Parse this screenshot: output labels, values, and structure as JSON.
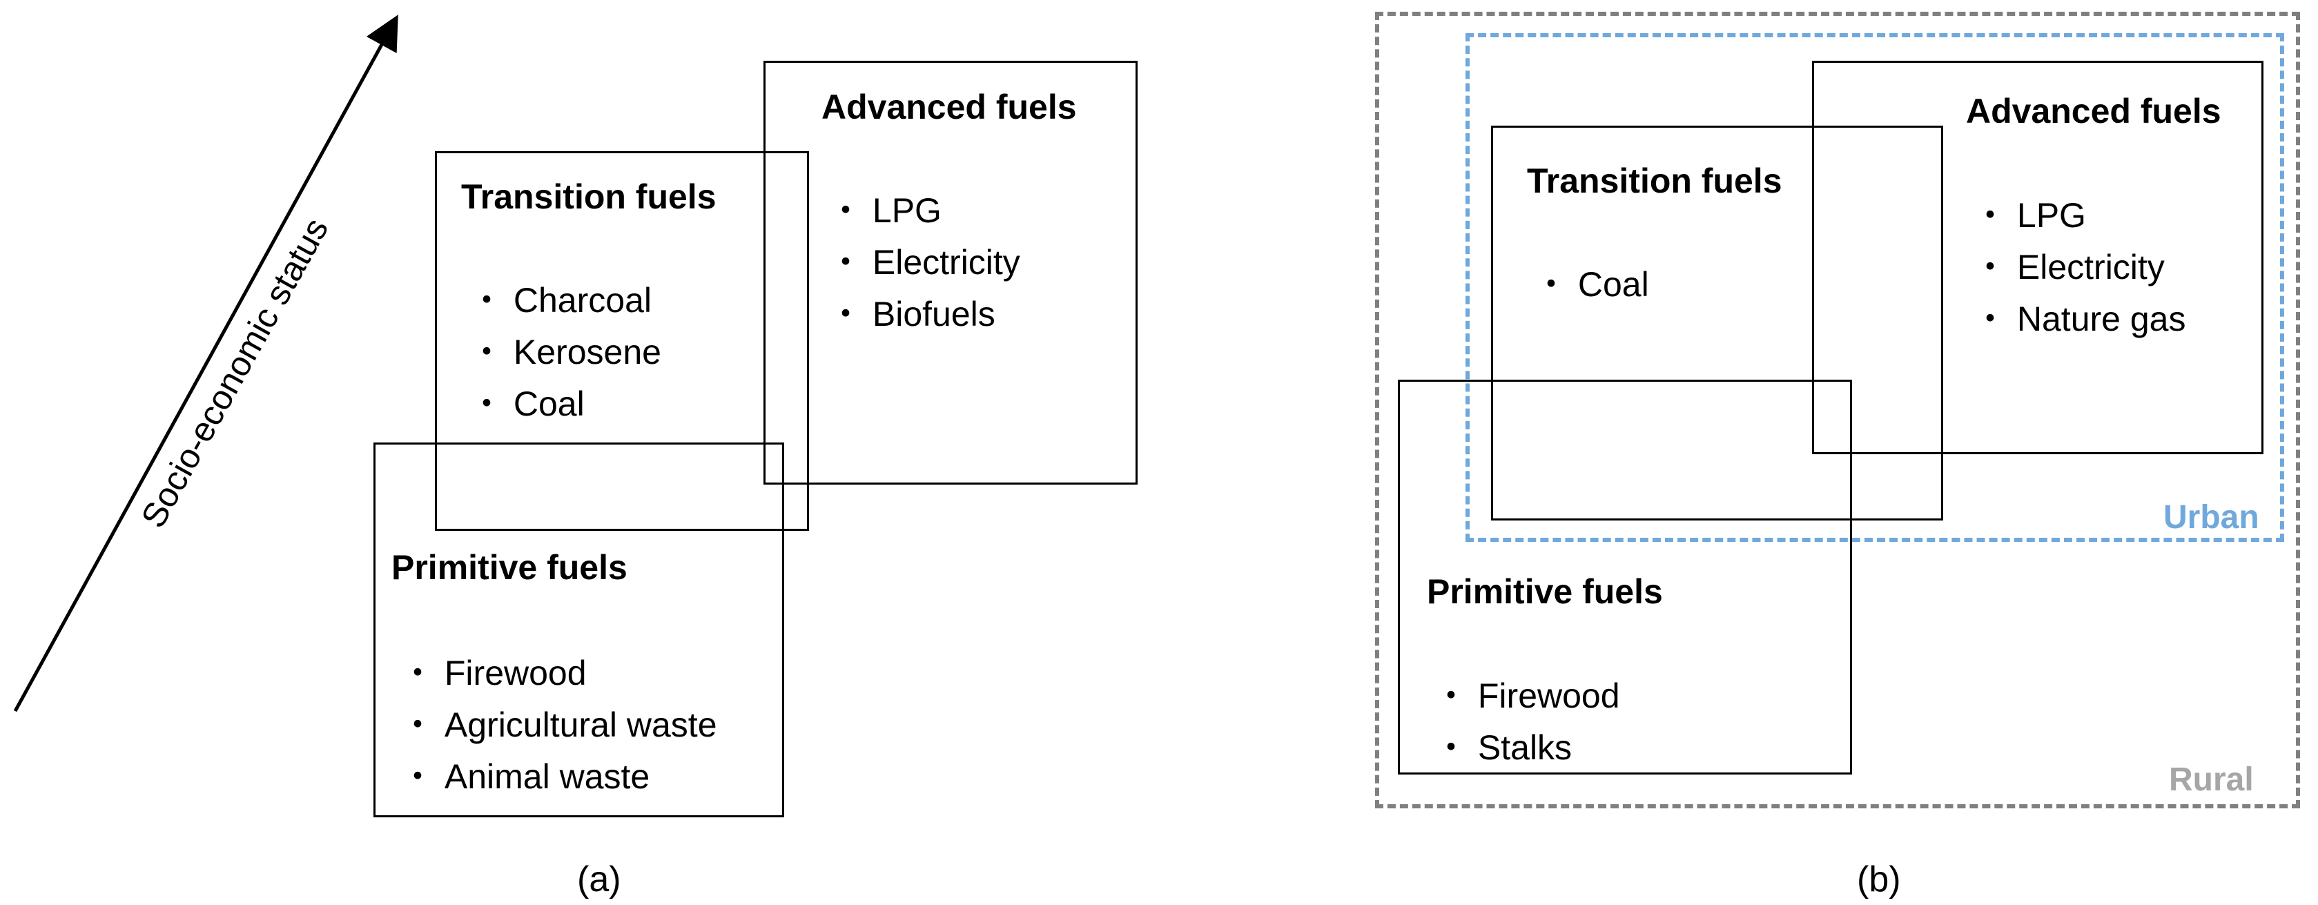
{
  "panel_a": {
    "caption": "(a)",
    "axis_label": "Socio-economic status",
    "primitive": {
      "title": "Primitive fuels",
      "items": [
        "・ Firewood",
        "・ Agricultural waste",
        "・ Animal waste"
      ]
    },
    "transition": {
      "title": "Transition fuels",
      "items": [
        "・ Charcoal",
        "・ Kerosene",
        "・ Coal"
      ]
    },
    "advanced": {
      "title": "Advanced fuels",
      "items": [
        "・ LPG",
        "・ Electricity",
        "・ Biofuels"
      ]
    }
  },
  "panel_b": {
    "caption": "(b)",
    "rural_label": "Rural",
    "urban_label": "Urban",
    "primitive": {
      "title": "Primitive fuels",
      "items": [
        "・ Firewood",
        "・ Stalks"
      ]
    },
    "transition": {
      "title": "Transition fuels",
      "items": [
        "・ Coal"
      ]
    },
    "advanced": {
      "title": "Advanced fuels",
      "items": [
        "・ LPG",
        "・ Electricity",
        "・ Nature gas"
      ]
    }
  },
  "colors": {
    "urban": "#6fa8dc",
    "rural": "#7f7f7f",
    "line": "#000000"
  }
}
